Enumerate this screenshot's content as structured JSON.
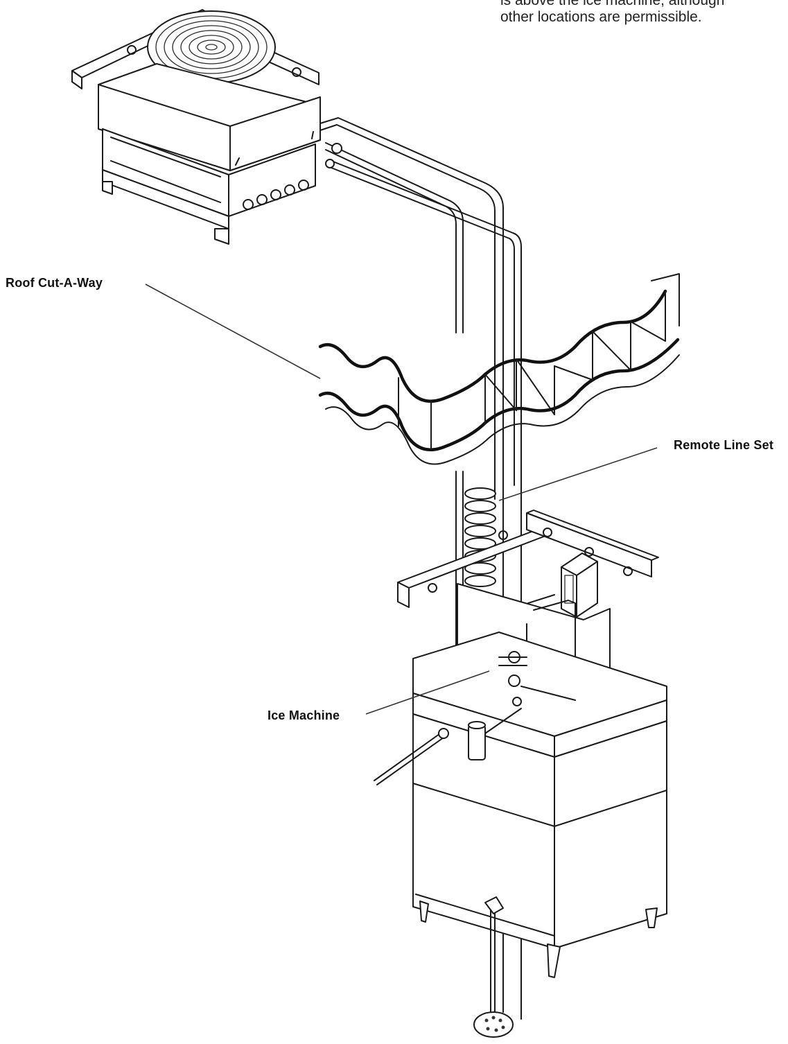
{
  "note": {
    "line1": "is above the ice machine, although",
    "line2": "other locations are permissible."
  },
  "labels": {
    "roof": "Roof Cut-A-Way",
    "line_set": "Remote Line Set",
    "ice_machine": "Ice Machine"
  }
}
